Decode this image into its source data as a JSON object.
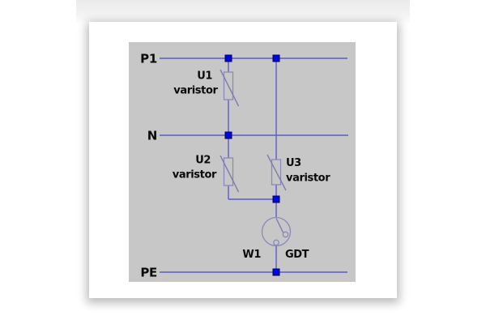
{
  "diagram": {
    "rail_p1": "P1",
    "rail_n": "N",
    "rail_pe": "PE",
    "u1_ref": "U1",
    "u1_type": "varistor",
    "u2_ref": "U2",
    "u2_type": "varistor",
    "u3_ref": "U3",
    "u3_type": "varistor",
    "w1_ref": "W1",
    "w1_type": "GDT",
    "colors": {
      "canvas": "#c7c7c7",
      "wire": "#5c5cc8",
      "symbol_outline": "#8a8ab8",
      "junction_fill": "#0009dd",
      "label_text": "#0a0a0a",
      "page_background": "#ffffff"
    }
  }
}
